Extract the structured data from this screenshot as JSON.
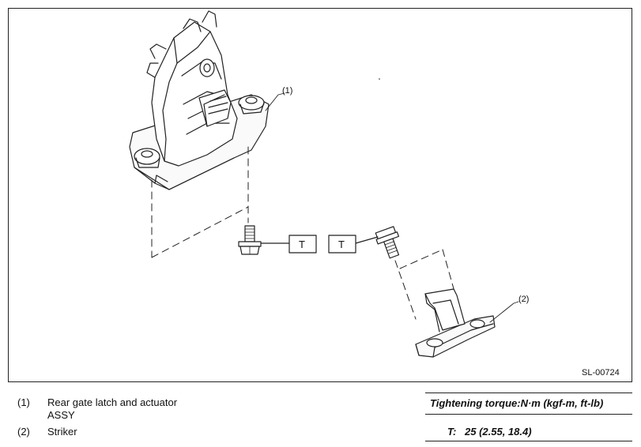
{
  "diagram": {
    "code": "SL-00724",
    "callouts": {
      "latch": "(1)",
      "striker": "(2)"
    },
    "torque_boxes": [
      "T",
      "T"
    ]
  },
  "legend": {
    "items": [
      {
        "num": "(1)",
        "line1": "Rear gate latch and actuator",
        "line2": "ASSY"
      },
      {
        "num": "(2)",
        "line1": "Striker"
      }
    ]
  },
  "torque_table": {
    "header": "Tightening torque:N·m (kgf-m, ft-lb)",
    "row_label": "T:",
    "row_value": "25 (2.55, 18.4)"
  }
}
